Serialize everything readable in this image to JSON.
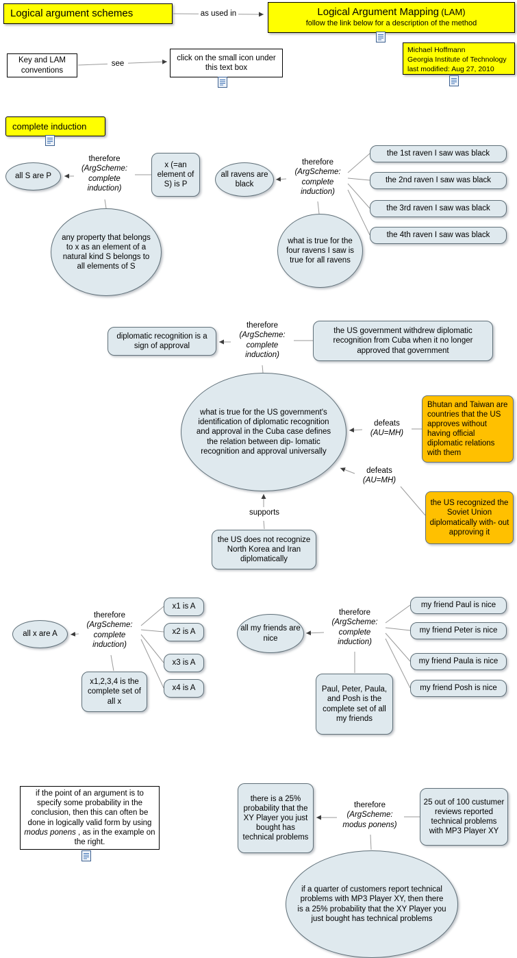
{
  "header": {
    "schemes_title": "Logical argument schemes",
    "as_used_in": "as used in",
    "lam_title": "Logical Argument Mapping",
    "lam_tag": "(LAM)",
    "lam_subtitle": "follow the link below for a description of the method",
    "key_note": "Key and LAM conventions",
    "see": "see",
    "icon_note": "click on the small icon under this text box",
    "credit_line1": "Michael Hoffmann",
    "credit_line2": "Georgia Institute of Technology",
    "credit_line3": "last modified: Aug 27, 2010"
  },
  "section_title": "complete induction",
  "labels": {
    "therefore": "therefore",
    "scheme_complete_induction": "(ArgScheme: complete induction)",
    "scheme_modus_ponens": "(ArgScheme: modus ponens)",
    "defeats": "defeats",
    "defeats_tag": "(AU=MH)",
    "supports": "supports"
  },
  "clusters": {
    "sp": {
      "conclusion": "all S are P",
      "premise": "x (=an element of S) is P",
      "warrant": "any property that belongs to x as an element of a natural kind S belongs to all elements of S"
    },
    "ravens": {
      "conclusion": "all ravens are black",
      "premises": [
        "the 1st raven I saw was black",
        "the 2nd raven I saw was black",
        "the 3rd raven I saw was black",
        "the 4th raven I saw was black"
      ],
      "warrant": "what is true for the four ravens I saw is true for all ravens"
    },
    "diplomatic": {
      "conclusion": "diplomatic recognition is a sign of approval",
      "premise": "the US government withdrew diplomatic recognition from Cuba when it no longer approved that government",
      "warrant": "what is true for the US government's identification of diplomatic recognition and approval in the Cuba case defines the relation between dip- lomatic recognition and approval universally",
      "defeater_1": "Bhutan and Taiwan are countries that the US approves without having official diplomatic relations with them",
      "defeater_2": "the US recognized the Soviet Union diplomatically with- out approving it",
      "support": "the US does not recognize North Korea and Iran diplomatically"
    },
    "xa": {
      "conclusion": "all x are A",
      "premises": [
        "x1 is A",
        "x2 is A",
        "x3 is A",
        "x4 is A"
      ],
      "warrant": "x1,2,3,4 is the complete set of all x"
    },
    "friends": {
      "conclusion": "all my friends are nice",
      "premises": [
        "my friend Paul is nice",
        "my friend Peter is nice",
        "my friend Paula is nice",
        "my friend Posh is nice"
      ],
      "warrant": "Paul, Peter, Paula, and Posh is the complete set of all my friends"
    },
    "mp": {
      "note_pre": "if the point of an argument is to specify some probability in the conclusion, then this can often be done in logically valid form by using ",
      "note_italic": "modus ponens",
      "note_post": " , as in the example on the right.",
      "conclusion": "there is a 25% probability that the XY Player you just bought has technical problems",
      "premise": "25 out of 100 custumer reviews reported technical problems with MP3 Player XY",
      "warrant": "if a quarter of customers report technical problems with MP3 Player XY, then there is a 25% probability that the XY Player you just bought has technical problems"
    }
  },
  "colors": {
    "node_fill": "#dfe9ee",
    "highlight_yellow": "#ffff00",
    "defeater_orange": "#ffc000"
  }
}
